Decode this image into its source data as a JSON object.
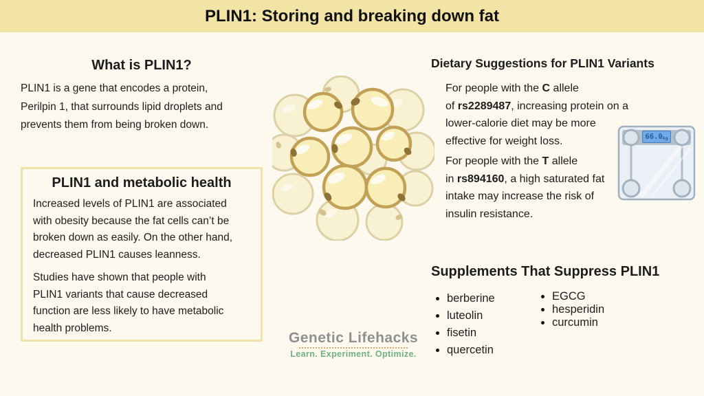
{
  "banner": {
    "title": "PLIN1: Storing and breaking down fat"
  },
  "what": {
    "heading": "What is PLIN1?",
    "body": "PLIN1 is a gene that encodes a protein,\nPerilpin 1, that surrounds lipid droplets and\nprevents them from being broken down."
  },
  "metabolic_box": {
    "heading": "PLIN1 and metabolic health",
    "p1": "Increased levels of PLIN1 are associated\nwith obesity because the fat cells can’t be\nbroken down as easily. On the other hand,\ndecreased PLIN1 causes leanness.",
    "p2": "Studies have shown that people with\nPLIN1 variants that cause decreased\nfunction are less likely to have metabolic\nhealth problems."
  },
  "dietary": {
    "heading": "Dietary Suggestions for PLIN1 Variants",
    "p1": {
      "pre": "For people with the ",
      "allele": "C",
      "mid": " allele\nof ",
      "rsid": "rs2289487",
      "post": ", increasing protein on a\nlower-calorie diet may be more\neffective for weight loss."
    },
    "p2": {
      "pre": "For people with the ",
      "allele": "T",
      "mid": " allele\nin ",
      "rsid": "rs894160",
      "post": ", a high saturated fat\nintake may increase the risk of\ninsulin resistance."
    }
  },
  "scale": {
    "reading": "66.0",
    "unit": "kg"
  },
  "supplements": {
    "heading": "Supplements That Suppress PLIN1",
    "col1": [
      "berberine",
      "luteolin",
      "fisetin",
      "quercetin"
    ],
    "col2": [
      "EGCG",
      "hesperidin",
      "curcumin"
    ]
  },
  "logo": {
    "name": "Genetic Lifehacks",
    "tagline": "Learn. Experiment. Optimize."
  },
  "colors": {
    "banner_bg": "#f2e4a4",
    "page_bg": "#fdf9ee",
    "box_border": "#f0e2a8",
    "logo_gray": "#8f9091",
    "logo_green": "#6fb084",
    "logo_dots_orange": "#f0a35e",
    "cell_fill": "#f9eeb8",
    "cell_stroke": "#c1a156",
    "scale_display_bg": "#71aae8",
    "scale_display_text": "#295c9e"
  }
}
